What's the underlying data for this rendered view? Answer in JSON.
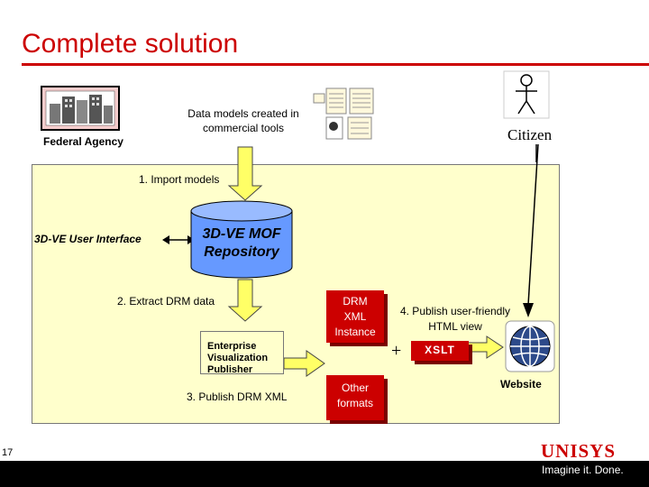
{
  "title": "Complete solution",
  "federal_agency": "Federal Agency",
  "data_models": "Data models created in commercial tools",
  "citizen": "Citizen",
  "import_models": "1. Import models",
  "ui_label": "3D-VE User Interface",
  "repository": {
    "line1": "3D-VE MOF",
    "line2": "Repository"
  },
  "extract": "2. Extract DRM data",
  "evp": {
    "line1": "Enterprise",
    "line2": "Visualization",
    "line3": "Publisher"
  },
  "publish_drm": "3. Publish DRM XML",
  "drm_box": {
    "line1": "DRM",
    "line2": "XML",
    "line3": "Instance"
  },
  "other_box": {
    "line1": "Other",
    "line2": "formats"
  },
  "publish_html": {
    "line1": "4. Publish user-friendly",
    "line2": "HTML view"
  },
  "plus": "+",
  "xslt": "XSLT",
  "website": "Website",
  "page_number": "17",
  "brand": "UNISYS",
  "tagline": "Imagine it. Done."
}
